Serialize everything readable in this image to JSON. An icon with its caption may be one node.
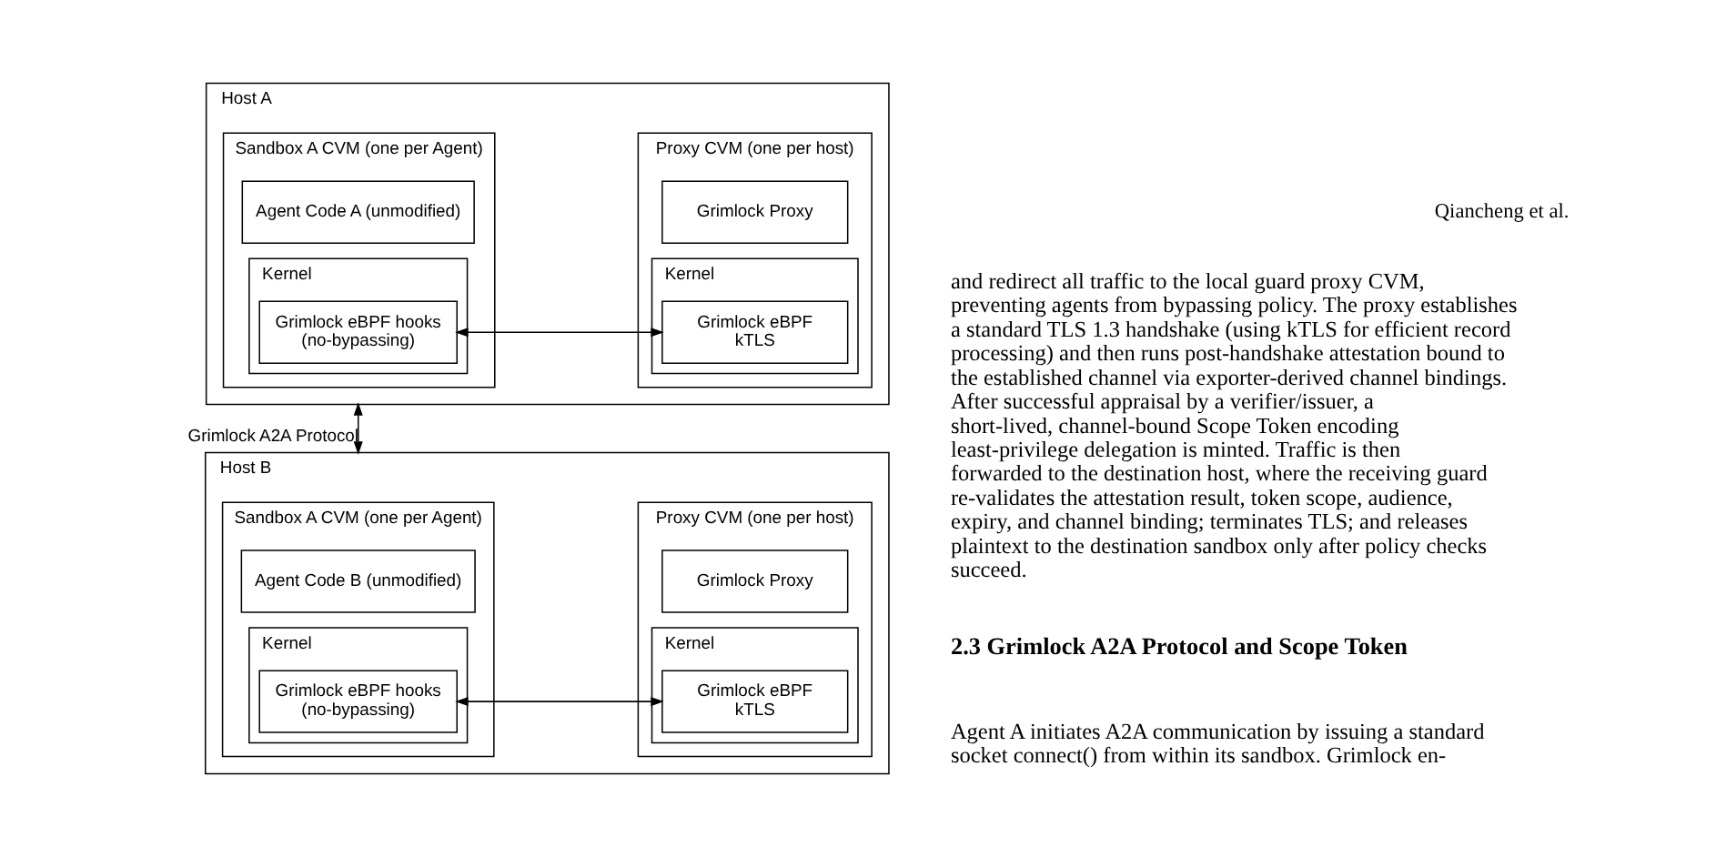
{
  "diagram": {
    "nodes": [
      {
        "text": [
          "Host A"
        ]
      },
      {
        "text": [
          "Sandbox A CVM (one per Agent)"
        ],
        "in": 0
      },
      {
        "text": [
          "Agent Code A (unmodified)"
        ],
        "in": 1
      },
      {
        "text": [
          "Kernel"
        ],
        "in": 1
      },
      {
        "text": [
          "Grimlock eBPF hooks (no-bypassing)"
        ],
        "in": 3
      },
      {
        "text": [
          "Proxy CVM (one per host)"
        ],
        "in": 0
      },
      {
        "text": [
          "Grimlock Proxy"
        ],
        "in": 5
      },
      {
        "text": [
          "Kernel"
        ],
        "in": 5
      },
      {
        "text": [
          "Grimlock eBPF kTLS"
        ],
        "in": 7
      },
      {
        "text": [
          "Host B"
        ]
      },
      {
        "text": [
          "Sandbox A CVM (one per Agent)"
        ],
        "in": 9
      },
      {
        "text": [
          "Agent Code B (unmodified)"
        ],
        "in": 10
      },
      {
        "text": [
          "Kernel"
        ],
        "in": 10
      },
      {
        "text": [
          "Grimlock eBPF hooks (no-bypassing)"
        ],
        "in": 12
      },
      {
        "text": [
          "Proxy CVM (one per host)"
        ],
        "in": 9
      },
      {
        "text": [
          "Grimlock Proxy"
        ],
        "in": 14
      },
      {
        "text": [
          "Kernel"
        ],
        "in": 14
      },
      {
        "text": [
          "Grimlock eBPF kTLS"
        ],
        "in": 16
      }
    ],
    "edges": [
      {
        "from": 4,
        "to": 8,
        "arrow": "both"
      },
      {
        "from": 0,
        "to": 9,
        "arrow": "both",
        "label": "Grimlock A2A Protocol"
      },
      {
        "from": 13,
        "to": 17,
        "arrow": "both"
      }
    ],
    "labels": [
      "Qiancheng et al.",
      "and redirect all traffic to the local guard proxy CVM, preventing agents from bypassing policy. The proxy establishes a standard TLS 1.3 handshake (using kTLS for efficient record processing) and then runs post-handshake attestation bound to the established channel via exporter-derived channel bindings. After successful appraisal by a verifier/issuer, a short-lived, channel-bound Scope Token encoding least-privilege delegation is minted. Traffic is then forwarded to the destination host, where the receiving guard re-validates the attestation result, token scope, audience, expiry, and channel binding; terminates TLS; and releases plaintext to the destination sandbox only after policy checks succeed.",
      "2.3 Grimlock A2A Protocol and Scope Token",
      "Agent A initiates A2A communication by issuing a standard socket connect() from within its sandbox. Grimlock en-"
    ]
  }
}
